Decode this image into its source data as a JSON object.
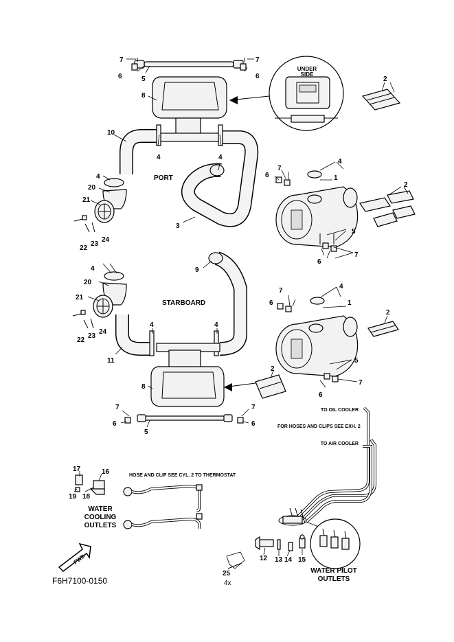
{
  "callouts": {
    "c1a": "1",
    "c1b": "1",
    "c2a": "2",
    "c2b": "2",
    "c2c": "2",
    "c2d": "2",
    "c3": "3",
    "c4a": "4",
    "c4b": "4",
    "c4c": "4",
    "c4d": "4",
    "c4e": "4",
    "c4f": "4",
    "c4g": "4",
    "c4h": "4",
    "c5a": "5",
    "c5b": "5",
    "c5c": "5",
    "c5d": "5",
    "c6a": "6",
    "c6b": "6",
    "c6c": "6",
    "c6d": "6",
    "c6e": "6",
    "c6f": "6",
    "c6g": "6",
    "c6h": "6",
    "c7a": "7",
    "c7b": "7",
    "c7c": "7",
    "c7d": "7",
    "c7e": "7",
    "c7f": "7",
    "c7g": "7",
    "c7h": "7",
    "c8a": "8",
    "c8b": "8",
    "c9": "9",
    "c10": "10",
    "c11": "11",
    "c12": "12",
    "c13": "13",
    "c14": "14",
    "c15": "15",
    "c16": "16",
    "c17": "17",
    "c18": "18",
    "c19": "19",
    "c20a": "20",
    "c20b": "20",
    "c21a": "21",
    "c21b": "21",
    "c22a": "22",
    "c22b": "22",
    "c23a": "23",
    "c23b": "23",
    "c24a": "24",
    "c24b": "24",
    "c25": "25"
  },
  "labels": {
    "under": "UNDER",
    "side": "SIDE",
    "port": "PORT",
    "starboard": "STARBOARD",
    "to_oil_cooler": "TO OIL COOLER",
    "hoses_clips_note": "FOR HOSES AND CLIPS SEE EXH. 2",
    "to_air_cooler": "TO AIR COOLER",
    "hose_clip_note": "HOSE AND CLIP SEE CYL. 2 TO THERMOSTAT",
    "water_cooling_line1": "WATER",
    "water_cooling_line2": "COOLING",
    "water_cooling_line3": "OUTLETS",
    "water_pilot_line1": "WATER PILOT",
    "water_pilot_line2": "OUTLETS",
    "qty_25": "4x",
    "fwd": "FWD",
    "drawing_code": "F6H7100-0150"
  }
}
